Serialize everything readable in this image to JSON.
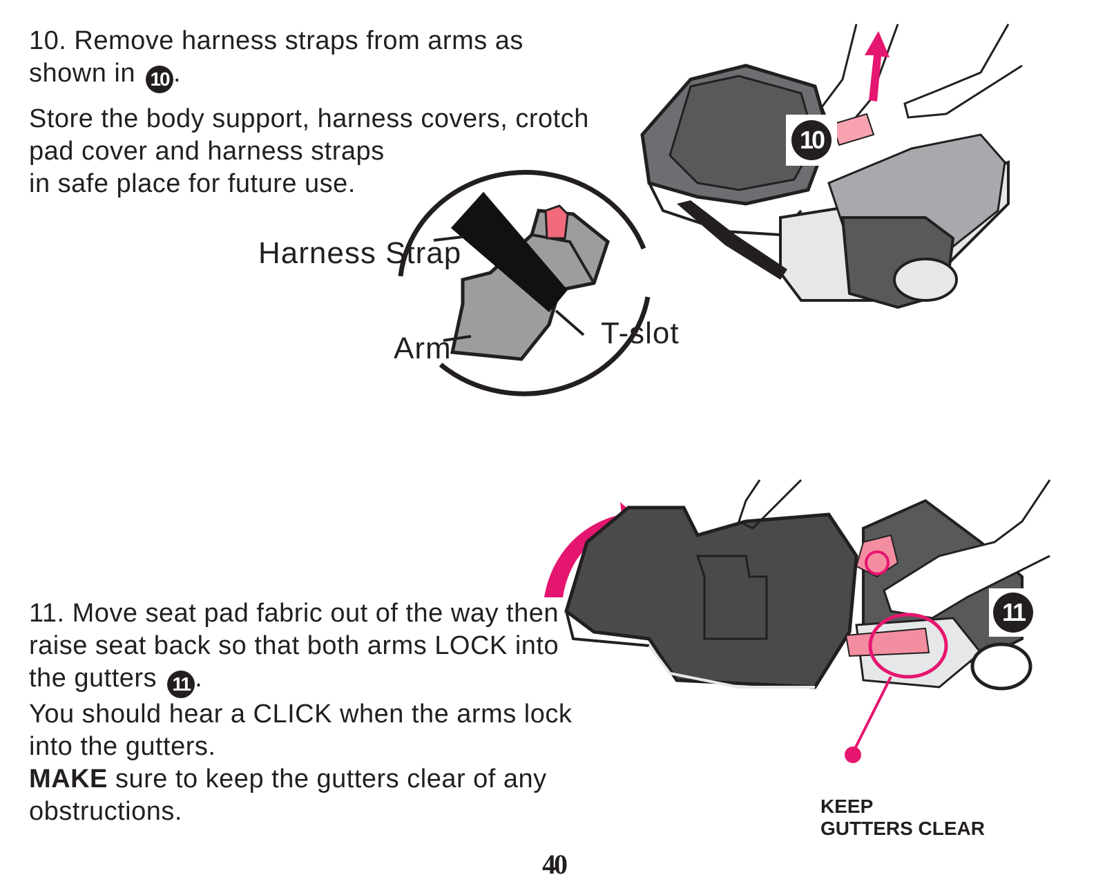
{
  "step10": {
    "line1": "10. Remove harness straps from arms as",
    "line2_prefix": "shown in ",
    "ref": "10",
    "line2_suffix": ".",
    "store_text_l1": "Store the body support, harness covers, crotch",
    "store_text_l2": "pad cover and harness straps",
    "store_text_l3": "in safe place for future use."
  },
  "callout": {
    "harness_strap": "Harness Strap",
    "arm": "Arm",
    "t_slot": "T-slot"
  },
  "figure10": {
    "badge": "10"
  },
  "step11": {
    "l1": "11. Move seat pad fabric out of the way then",
    "l2": "raise seat back so that both arms LOCK into",
    "l3_prefix": "the gutters ",
    "ref": "11",
    "l3_suffix": ".",
    "l4": "You should hear a CLICK when the arms lock",
    "l5": "into the gutters.",
    "make_bold": "MAKE",
    "l6_rest": " sure to keep the gutters clear of any",
    "l7": "obstructions."
  },
  "figure11": {
    "badge": "11",
    "keep_l1": "KEEP",
    "keep_l2": "GUTTERS CLEAR"
  },
  "page_number": "40",
  "colors": {
    "accent": "#e5166f",
    "pink": "#f39bae",
    "dark": "#231f20",
    "gray": "#8c8c8c"
  }
}
